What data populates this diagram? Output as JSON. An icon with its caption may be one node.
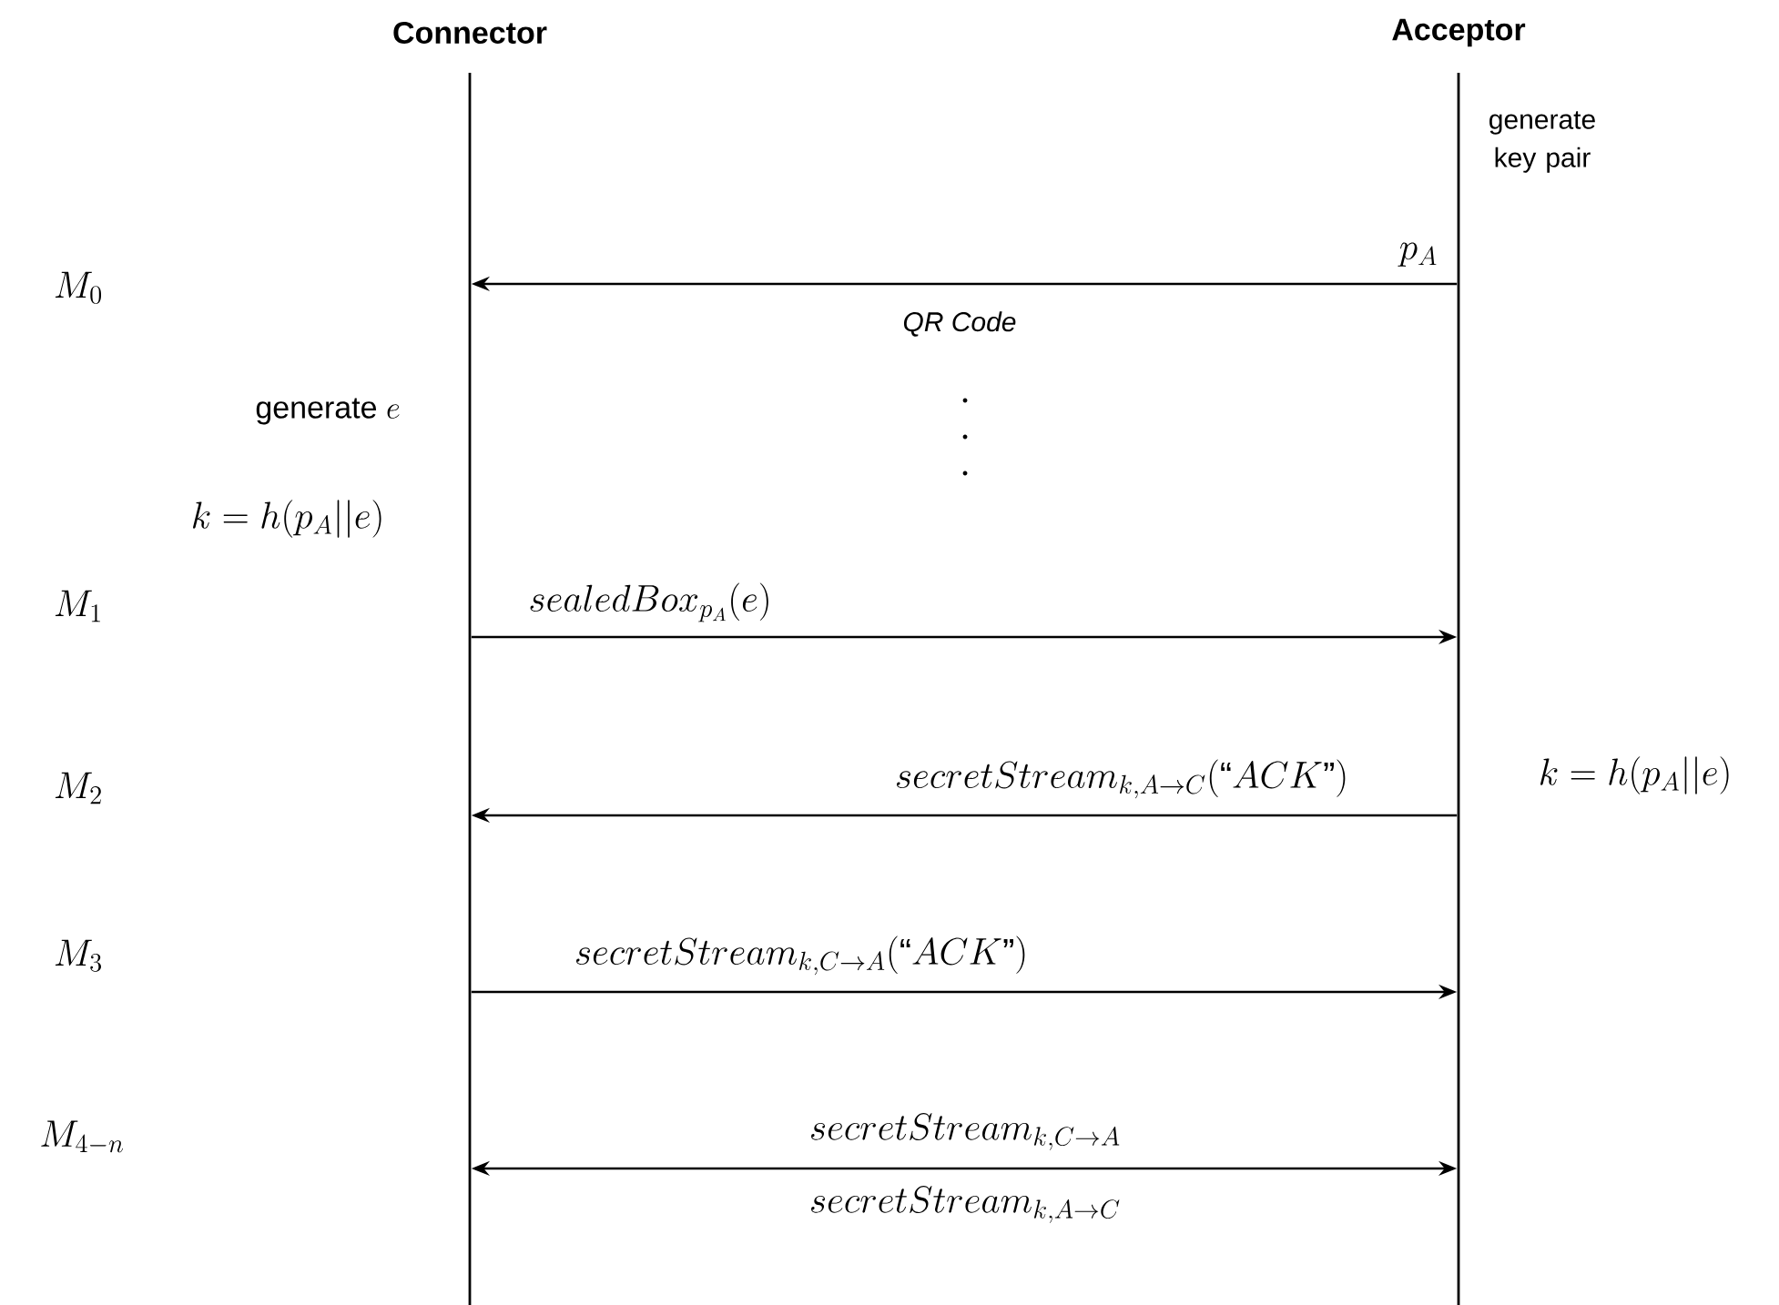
{
  "diagram": {
    "nodes": [
      {
        "text": [
          "Connector"
        ]
      },
      {
        "text": [
          "Acceptor"
        ]
      }
    ],
    "edges": [
      {
        "from": 1,
        "to": 0,
        "arrow": "to",
        "label": "p_A"
      },
      {
        "from": 0,
        "to": 1,
        "arrow": "to",
        "label": "sealedBox_{p_A}(e)"
      },
      {
        "from": 1,
        "to": 0,
        "arrow": "to",
        "label": "secretStream_{k,A\\rightarrow C}(\\mbox{``}ACK\\mbox{''})"
      },
      {
        "from": 0,
        "to": 1,
        "arrow": "to",
        "label": "secretStream_{k,C\\rightarrow A}(\\mbox{``}ACK\\mbox{''})"
      },
      {
        "from": 0,
        "to": 1,
        "arrow": "both",
        "label": "secretStream_{k,C\\rightarrow A}"
      }
    ],
    "labels": [
      "generate key pair",
      "M_0",
      "QR Code",
      "\\mbox{generate }e",
      "k = h(p_A||e)",
      "M_1",
      "k = h(p_A||e)",
      "M_2",
      "M_3",
      "M_{4-n}",
      "secretStream_{k,A\\rightarrow C}"
    ]
  }
}
